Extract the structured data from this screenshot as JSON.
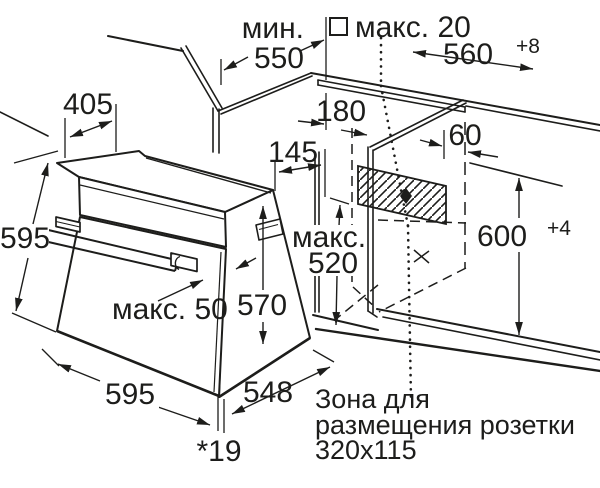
{
  "diagram": {
    "type": "oven-installation-dimensions",
    "colors": {
      "background": "#ffffff",
      "line": "#1d1d1b"
    },
    "labels": {
      "min_prefix": "мин.",
      "min_top_depth": "550",
      "max_top_gap": "макс. 20",
      "niche_width": "560",
      "niche_width_sup": "+8",
      "top_depth": "405",
      "oven_front_height": "595",
      "offset_180": "180",
      "offset_145": "145",
      "offset_60": "60",
      "niche_height": "600",
      "niche_height_sup": "+4",
      "max_inner_prefix": "макс.",
      "max_inner_depth": "520",
      "carcass_height": "570",
      "max_handle": "макс. 50",
      "oven_width": "595",
      "oven_depth": "548",
      "front_note": "*19",
      "socket_line1": "Зона для",
      "socket_line2": "размещения розетки",
      "socket_line3": "320x115"
    }
  }
}
